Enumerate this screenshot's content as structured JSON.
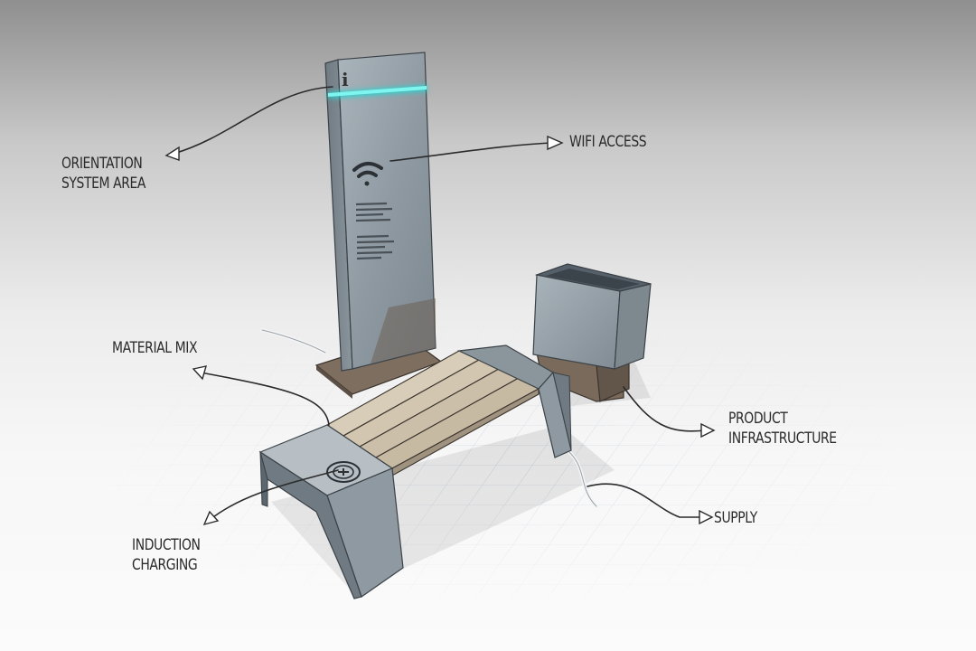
{
  "colors": {
    "panel": "#8e99a1",
    "panel_light": "#b7bfc5",
    "wood": "#d2c6b0",
    "base_brown": "#7e6e5f",
    "light_strip": "#27d3d0",
    "ink": "#2b2b2b"
  },
  "icons": [
    "info-icon",
    "wifi-icon",
    "charging-icon"
  ],
  "labels": {
    "orientation_line1": "ORIENTATION",
    "orientation_line2": "SYSTEM AREA",
    "wifi": "WIFI ACCESS",
    "material": "MATERIAL MIX",
    "product_line1": "PRODUCT",
    "product_line2": "INFRASTRUCTURE",
    "supply": "SUPPLY",
    "induction_line1": "INDUCTION",
    "induction_line2": "CHARGING"
  },
  "sign_icon_text": "i"
}
